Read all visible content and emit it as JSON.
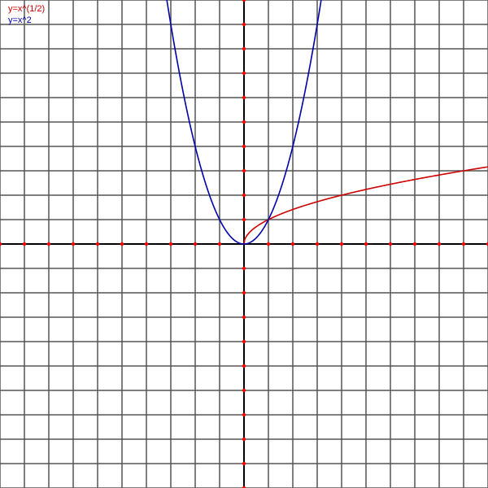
{
  "chart_data": {
    "type": "line",
    "xlim": [
      -10,
      10
    ],
    "ylim": [
      -10,
      10
    ],
    "grid": true,
    "legend_position": "top-left",
    "axis_color": "#000000",
    "tick_marker_color": "#ff0000",
    "grid_color": "#555555",
    "series": [
      {
        "name": "y=x^(1/2)",
        "color": "#cc0000",
        "x": [
          0,
          0.1,
          0.25,
          0.5,
          1,
          2,
          3,
          4,
          5,
          6,
          7,
          8,
          9,
          10
        ],
        "y": [
          0,
          0.316,
          0.5,
          0.707,
          1,
          1.414,
          1.732,
          2,
          2.236,
          2.449,
          2.646,
          2.828,
          3,
          3.162
        ]
      },
      {
        "name": "y=x^2",
        "color": "#0000aa",
        "x": [
          -3.162,
          -3,
          -2.5,
          -2,
          -1.5,
          -1,
          -0.5,
          0,
          0.5,
          1,
          1.5,
          2,
          2.5,
          3,
          3.162
        ],
        "y": [
          10,
          9,
          6.25,
          4,
          2.25,
          1,
          0.25,
          0,
          0.25,
          1,
          2.25,
          4,
          6.25,
          9,
          10
        ]
      }
    ]
  }
}
